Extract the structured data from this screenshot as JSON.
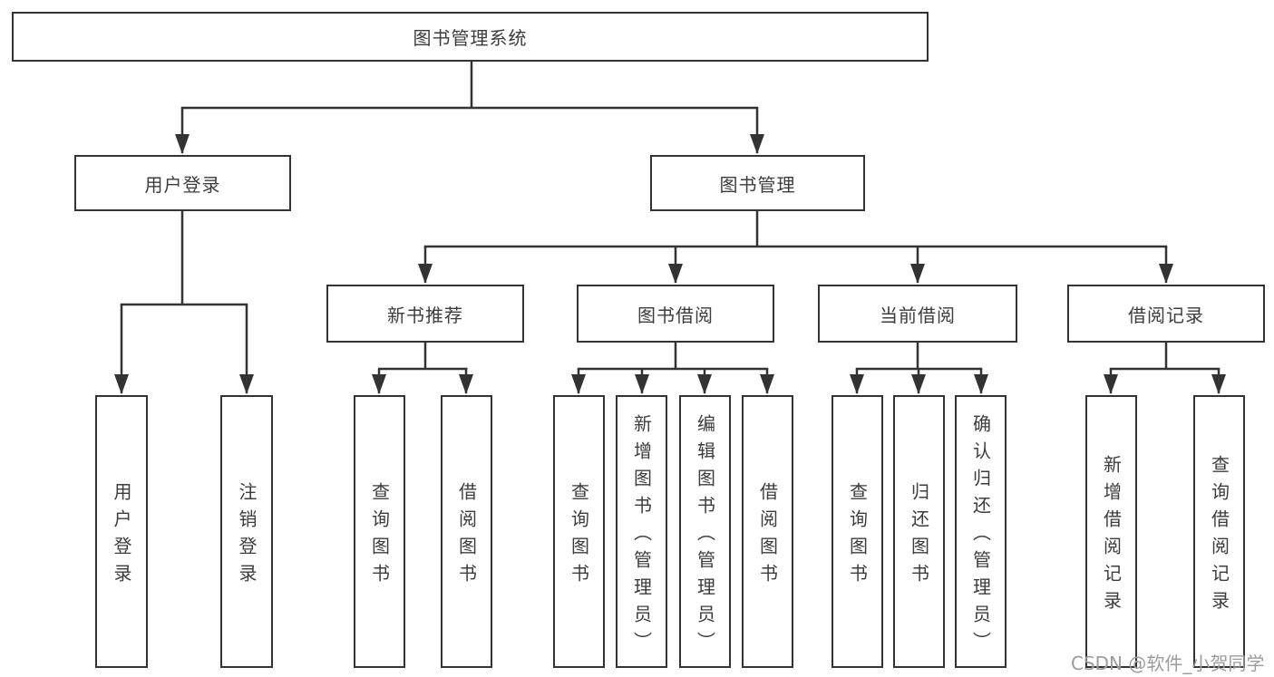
{
  "diagram": {
    "title": "图书管理系统",
    "branches": [
      {
        "label": "用户登录",
        "children": [
          {
            "label": "用户登录"
          },
          {
            "label": "注销登录"
          }
        ]
      },
      {
        "label": "图书管理",
        "children": [
          {
            "label": "新书推荐",
            "children": [
              {
                "label": "查询图书"
              },
              {
                "label": "借阅图书"
              }
            ]
          },
          {
            "label": "图书借阅",
            "children": [
              {
                "label": "查询图书"
              },
              {
                "label": "新增图书（管理员）"
              },
              {
                "label": "编辑图书（管理员）"
              },
              {
                "label": "借阅图书"
              }
            ]
          },
          {
            "label": "当前借阅",
            "children": [
              {
                "label": "查询图书"
              },
              {
                "label": "归还图书"
              },
              {
                "label": "确认归还（管理员）"
              }
            ]
          },
          {
            "label": "借阅记录",
            "children": [
              {
                "label": "新增借阅记录"
              },
              {
                "label": "查询借阅记录"
              }
            ]
          }
        ]
      }
    ]
  },
  "watermark": {
    "text": "CSDN @软件_小贺同学"
  },
  "colors": {
    "line": "#333333",
    "text": "#3c3c3c",
    "background": "#ffffff",
    "watermark": "#9c9c9c"
  }
}
